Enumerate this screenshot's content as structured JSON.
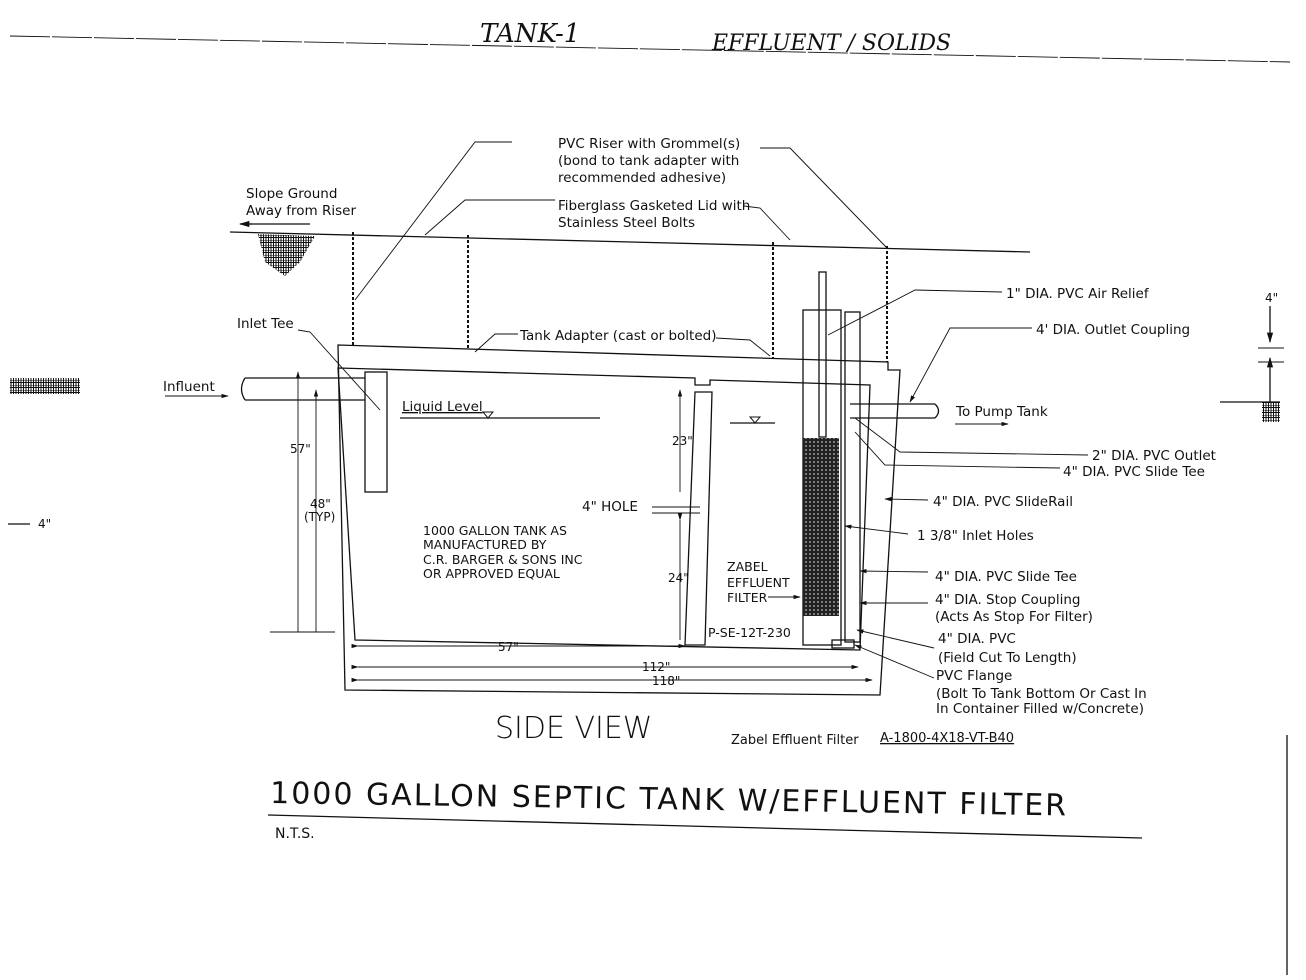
{
  "header": {
    "handwritten_left": "TANK-1",
    "handwritten_right": "EFFLUENT / SOLIDS"
  },
  "labels": {
    "pvc_riser": [
      "PVC Riser with Grommel(s)",
      "(bond to tank adapter with",
      "recommended adhesive)"
    ],
    "slope_ground": [
      "Slope Ground",
      "Away from Riser"
    ],
    "fiberglass_lid": [
      "Fiberglass Gasketed Lid with",
      "Stainless Steel Bolts"
    ],
    "inlet_tee": "Inlet Tee",
    "tank_adapter": "Tank Adapter (cast or bolted)",
    "influent": "Influent",
    "liquid_level": "Liquid Level",
    "air_relief": "1\" DIA. PVC Air Relief",
    "outlet_coupling": "4' DIA. Outlet Coupling",
    "to_pump_tank": "To Pump Tank",
    "pvc_outlet": "2\" DIA. PVC Outlet",
    "slide_tee_top": "4\" DIA. PVC Slide Tee",
    "slide_rail": "4\" DIA. PVC SlideRail",
    "inlet_holes": "1 3/8\" Inlet Holes",
    "slide_tee": "4\" DIA. PVC Slide Tee",
    "stop_coupling": [
      "4\" DIA. Stop Coupling",
      "(Acts As Stop For Filter)"
    ],
    "pvc_field_cut": [
      "4\" DIA. PVC",
      "(Field Cut To Length)"
    ],
    "pvc_flange": [
      "PVC  Flange",
      "(Bolt To Tank Bottom Or Cast In",
      "In Container Filled w/Concrete)"
    ],
    "tank_note": [
      "1000 GALLON TANK AS",
      "MANUFACTURED BY",
      "C.R. BARGER & SONS INC",
      "OR APPROVED EQUAL"
    ],
    "filter_name": [
      "ZABEL",
      "EFFLUENT",
      "FILTER"
    ],
    "part_number": "P-SE-12T-230",
    "hole": "4\" HOLE",
    "four_in_right": "4\"",
    "four_in_left": "4\""
  },
  "dimensions": {
    "d57_height": "57\"",
    "d48": [
      "48\"",
      "(TYP)"
    ],
    "d23": "23\"",
    "d24": "24\"",
    "d57_width": "57\"",
    "d112": "112\"",
    "d118": "118\""
  },
  "footer": {
    "view": "SIDE VIEW",
    "filter_caption": "Zabel Effluent Filter",
    "filter_model": "A-1800-4X18-VT-B40",
    "title": "1000 GALLON SEPTIC TANK W/EFFLUENT FILTER",
    "scale": "N.T.S."
  }
}
